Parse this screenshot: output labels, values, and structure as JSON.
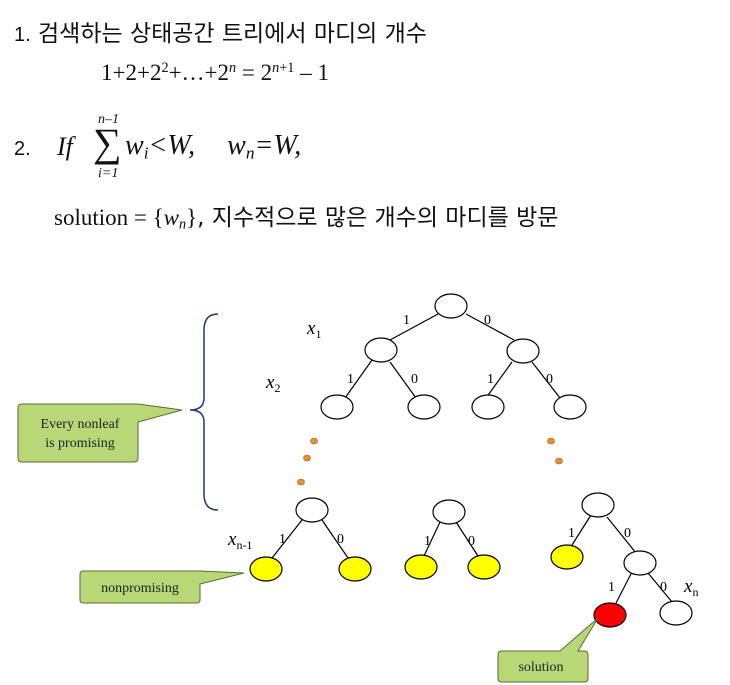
{
  "line1": {
    "number": "1.",
    "text": "검색하는 상태공간 트리에서 마디의 개수"
  },
  "formula1": {
    "lhs_a": "1+2+2",
    "lhs_exp": "2",
    "lhs_b": "+…+2",
    "lhs_exp_n": "n",
    "eq": " = 2",
    "rhs_exp": "n+1",
    "rhs_tail": " – 1"
  },
  "line2": {
    "number": "2.",
    "if": "If",
    "sum_upper": "n–1",
    "sum_lower": "i=1",
    "sigma": "∑",
    "w": "w",
    "sub_i": "i",
    "lt_W": "<W,",
    "w2": "w",
    "sub_n": "n",
    "eq_W": "=W,"
  },
  "line3": {
    "solution_label": "solution = ",
    "set_open": "{",
    "set_w": "w",
    "set_sub": "n",
    "set_close": "}",
    "text": ", 지수적으로 많은 개수의 마디를 방문"
  },
  "tree": {
    "x1": "x",
    "x1_sub": "1",
    "x2": "x",
    "x2_sub": "2",
    "xn1": "x",
    "xn1_sub": "n-1",
    "xn": "x",
    "xn_sub": "n",
    "edge_one": "1",
    "edge_zero": "0"
  },
  "callouts": {
    "nonleaf_line1": "Every nonleaf",
    "nonleaf_line2": "is promising",
    "nonpromising": "nonpromising",
    "solution": "solution"
  },
  "colors": {
    "node_white": "#ffffff",
    "node_yellow": "#ffff00",
    "node_red": "#ff0000",
    "dot_orange": "#e89030",
    "callout_green": "#b8d878",
    "brace_blue": "#1f3a7a"
  }
}
